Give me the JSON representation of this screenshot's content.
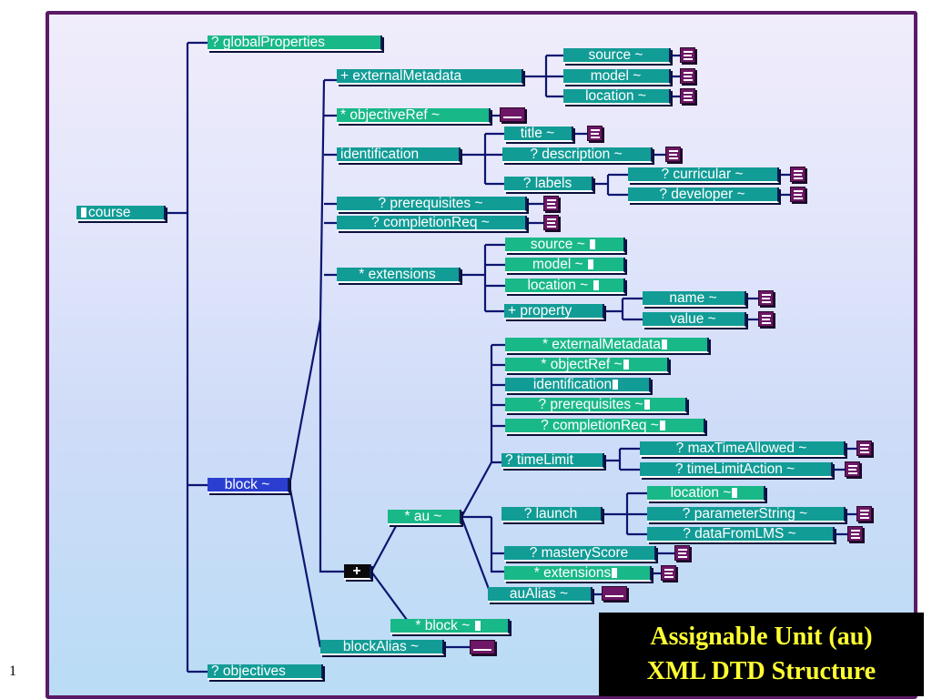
{
  "slide": {
    "page_number": "1",
    "title_line1": "Assignable Unit (au)",
    "title_line2": "XML DTD Structure"
  },
  "colors": {
    "frame": "#5a1a66",
    "node_teal": "#129c96",
    "node_green": "#19b888",
    "node_blue": "#2a3fd0",
    "doc_icon": "#6d1766",
    "link": "#0c1670",
    "title_text": "#ffff33"
  },
  "nodes": {
    "course": "course",
    "globalProperties": "?  globalProperties",
    "externalMetadata": "+  externalMetadata",
    "em_source": "source ~",
    "em_model": "model ~",
    "em_location": "location ~",
    "objectiveRef": "* objectiveRef ~",
    "identification": "identification",
    "title": "title ~",
    "description": "? description ~",
    "labels": "?  labels",
    "curricular": "? curricular ~",
    "developer": "? developer ~",
    "prerequisites": "? prerequisites ~",
    "completionReq": "? completionReq ~",
    "extensions": "* extensions",
    "ext_source": "source ~",
    "ext_model": "model ~",
    "ext_location": "location ~",
    "property": "+ property",
    "name": "name ~",
    "value": "value ~",
    "block": "block ~",
    "au_externalMetadata": "* externalMetadata",
    "au_objectRef": "* objectRef ~",
    "au_identification": "identification",
    "au_prerequisites": "? prerequisites ~",
    "au_completionReq": "? completionReq ~",
    "timeLimit": "? timeLimit",
    "maxTimeAllowed": "? maxTimeAllowed ~",
    "timeLimitAction": "? timeLimitAction ~",
    "au": "* au ~",
    "launch": "? launch",
    "launch_location": "location ~",
    "parameterString": "? parameterString ~",
    "dataFromLMS": "? dataFromLMS ~",
    "plus": "+",
    "masteryScore": "? masteryScore",
    "au_extensions": "* extensions",
    "auAlias": "auAlias ~",
    "sub_block": "* block ~",
    "blockAlias": "blockAlias ~",
    "objectives": "? objectives"
  }
}
